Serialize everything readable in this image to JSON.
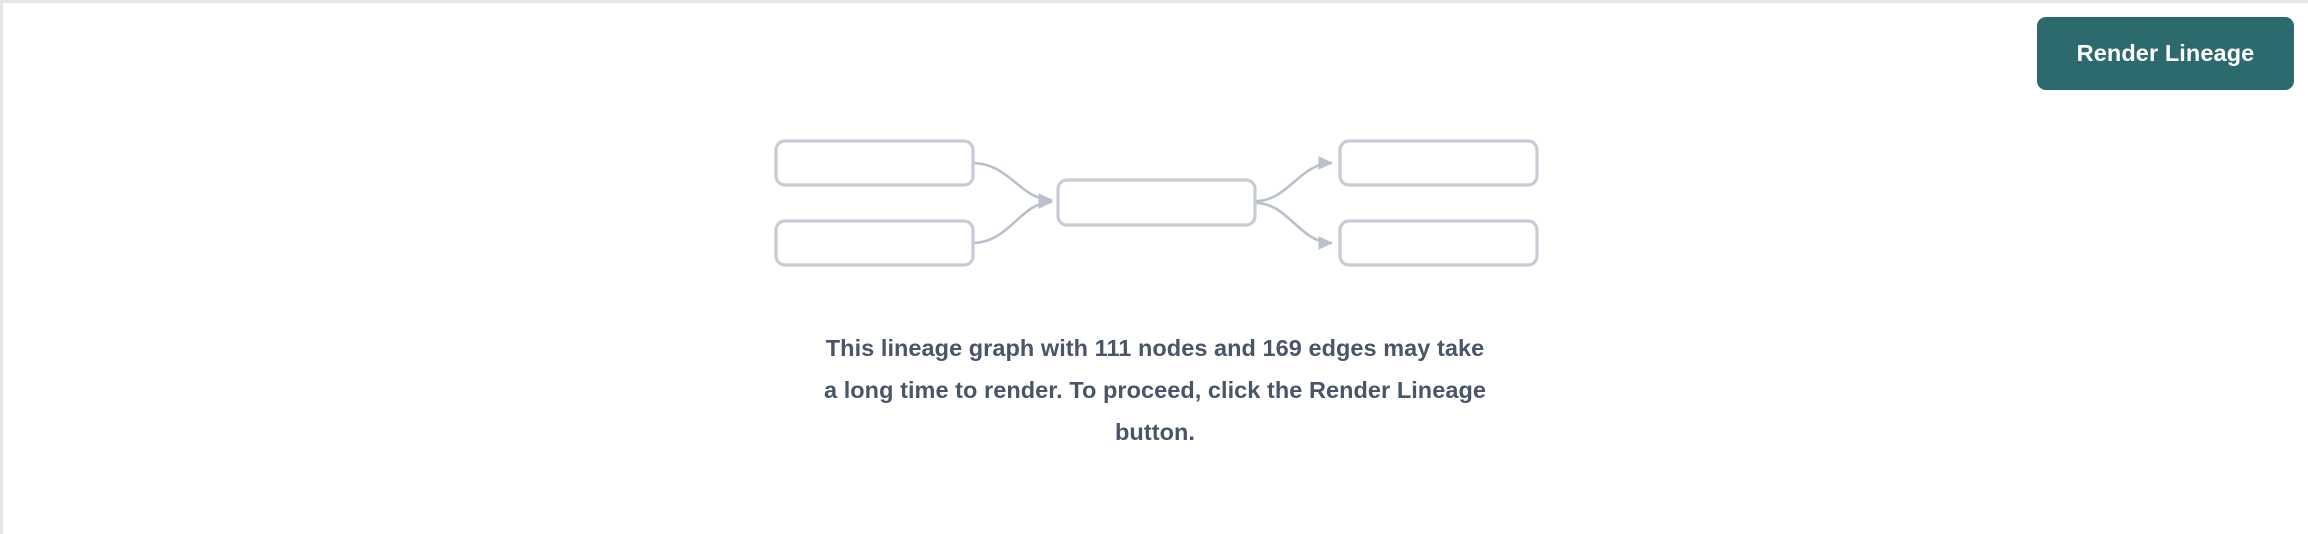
{
  "theme": {
    "accent_color": "#2d6a6e",
    "text_color": "#4a5568",
    "node_border_color": "#c6cbd4",
    "edge_color": "#b9c0cb",
    "background_color": "#ffffff",
    "chrome_line_color": "#e3e5e9"
  },
  "toolbar": {
    "render_lineage_label": "Render Lineage"
  },
  "placeholder_graph": {
    "icon_name": "lineage-graph-placeholder-icon",
    "node_count_shown": 5,
    "edge_count_shown": 4,
    "nodes": [
      {
        "id": "upstream-1",
        "label": "",
        "column": "left"
      },
      {
        "id": "upstream-2",
        "label": "",
        "column": "left"
      },
      {
        "id": "center-1",
        "label": "",
        "column": "center"
      },
      {
        "id": "downstream-1",
        "label": "",
        "column": "right"
      },
      {
        "id": "downstream-2",
        "label": "",
        "column": "right"
      }
    ],
    "edges": [
      {
        "from": "upstream-1",
        "to": "center-1"
      },
      {
        "from": "upstream-2",
        "to": "center-1"
      },
      {
        "from": "center-1",
        "to": "downstream-1"
      },
      {
        "from": "center-1",
        "to": "downstream-2"
      }
    ]
  },
  "message": {
    "line1": "This lineage graph with 111 nodes and 169 edges may take",
    "line2": "a long time to render. To proceed, click the Render Lineage",
    "line3": "button.",
    "node_count": "111",
    "edge_count": "169",
    "full_text": "This lineage graph with 111 nodes and 169 edges may take a long time to render. To proceed, click the Render Lineage button."
  }
}
